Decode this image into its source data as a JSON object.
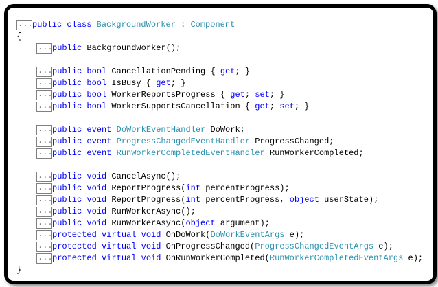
{
  "collapse_label": "...",
  "colors": {
    "keyword": "#0000ff",
    "type": "#2b91af",
    "plain": "#000000",
    "collapse_box": "#808080"
  },
  "lines": [
    {
      "indent": 0,
      "box": true,
      "tokens": [
        [
          "public class ",
          "kw"
        ],
        [
          "BackgroundWorker",
          "type"
        ],
        [
          " : ",
          "plain"
        ],
        [
          "Component",
          "type"
        ]
      ]
    },
    {
      "indent": 0,
      "box": false,
      "tokens": [
        [
          "{",
          "plain"
        ]
      ]
    },
    {
      "indent": 1,
      "box": true,
      "tokens": [
        [
          "public ",
          "kw"
        ],
        [
          "BackgroundWorker();",
          "plain"
        ]
      ]
    },
    {
      "indent": 0,
      "box": false,
      "tokens": []
    },
    {
      "indent": 1,
      "box": true,
      "tokens": [
        [
          "public bool ",
          "kw"
        ],
        [
          "CancellationPending { ",
          "plain"
        ],
        [
          "get",
          "kw"
        ],
        [
          "; }",
          "plain"
        ]
      ]
    },
    {
      "indent": 1,
      "box": true,
      "tokens": [
        [
          "public bool ",
          "kw"
        ],
        [
          "IsBusy { ",
          "plain"
        ],
        [
          "get",
          "kw"
        ],
        [
          "; }",
          "plain"
        ]
      ]
    },
    {
      "indent": 1,
      "box": true,
      "tokens": [
        [
          "public bool ",
          "kw"
        ],
        [
          "WorkerReportsProgress { ",
          "plain"
        ],
        [
          "get",
          "kw"
        ],
        [
          "; ",
          "plain"
        ],
        [
          "set",
          "kw"
        ],
        [
          "; }",
          "plain"
        ]
      ]
    },
    {
      "indent": 1,
      "box": true,
      "tokens": [
        [
          "public bool ",
          "kw"
        ],
        [
          "WorkerSupportsCancellation { ",
          "plain"
        ],
        [
          "get",
          "kw"
        ],
        [
          "; ",
          "plain"
        ],
        [
          "set",
          "kw"
        ],
        [
          "; }",
          "plain"
        ]
      ]
    },
    {
      "indent": 0,
      "box": false,
      "tokens": []
    },
    {
      "indent": 1,
      "box": true,
      "tokens": [
        [
          "public event ",
          "kw"
        ],
        [
          "DoWorkEventHandler",
          "type"
        ],
        [
          " DoWork;",
          "plain"
        ]
      ]
    },
    {
      "indent": 1,
      "box": true,
      "tokens": [
        [
          "public event ",
          "kw"
        ],
        [
          "ProgressChangedEventHandler",
          "type"
        ],
        [
          " ProgressChanged;",
          "plain"
        ]
      ]
    },
    {
      "indent": 1,
      "box": true,
      "tokens": [
        [
          "public event ",
          "kw"
        ],
        [
          "RunWorkerCompletedEventHandler",
          "type"
        ],
        [
          " RunWorkerCompleted;",
          "plain"
        ]
      ]
    },
    {
      "indent": 0,
      "box": false,
      "tokens": []
    },
    {
      "indent": 1,
      "box": true,
      "tokens": [
        [
          "public void ",
          "kw"
        ],
        [
          "CancelAsync();",
          "plain"
        ]
      ]
    },
    {
      "indent": 1,
      "box": true,
      "tokens": [
        [
          "public void ",
          "kw"
        ],
        [
          "ReportProgress(",
          "plain"
        ],
        [
          "int",
          "kw"
        ],
        [
          " percentProgress);",
          "plain"
        ]
      ]
    },
    {
      "indent": 1,
      "box": true,
      "tokens": [
        [
          "public void ",
          "kw"
        ],
        [
          "ReportProgress(",
          "plain"
        ],
        [
          "int",
          "kw"
        ],
        [
          " percentProgress, ",
          "plain"
        ],
        [
          "object",
          "kw"
        ],
        [
          " userState);",
          "plain"
        ]
      ]
    },
    {
      "indent": 1,
      "box": true,
      "tokens": [
        [
          "public void ",
          "kw"
        ],
        [
          "RunWorkerAsync();",
          "plain"
        ]
      ]
    },
    {
      "indent": 1,
      "box": true,
      "tokens": [
        [
          "public void ",
          "kw"
        ],
        [
          "RunWorkerAsync(",
          "plain"
        ],
        [
          "object",
          "kw"
        ],
        [
          " argument);",
          "plain"
        ]
      ]
    },
    {
      "indent": 1,
      "box": true,
      "tokens": [
        [
          "protected virtual void ",
          "kw"
        ],
        [
          "OnDoWork(",
          "plain"
        ],
        [
          "DoWorkEventArgs",
          "type"
        ],
        [
          " e);",
          "plain"
        ]
      ]
    },
    {
      "indent": 1,
      "box": true,
      "tokens": [
        [
          "protected virtual void ",
          "kw"
        ],
        [
          "OnProgressChanged(",
          "plain"
        ],
        [
          "ProgressChangedEventArgs",
          "type"
        ],
        [
          " e);",
          "plain"
        ]
      ]
    },
    {
      "indent": 1,
      "box": true,
      "tokens": [
        [
          "protected virtual void ",
          "kw"
        ],
        [
          "OnRunWorkerCompleted(",
          "plain"
        ],
        [
          "RunWorkerCompletedEventArgs",
          "type"
        ],
        [
          " e);",
          "plain"
        ]
      ]
    },
    {
      "indent": 0,
      "box": false,
      "tokens": [
        [
          "}",
          "plain"
        ]
      ]
    }
  ]
}
